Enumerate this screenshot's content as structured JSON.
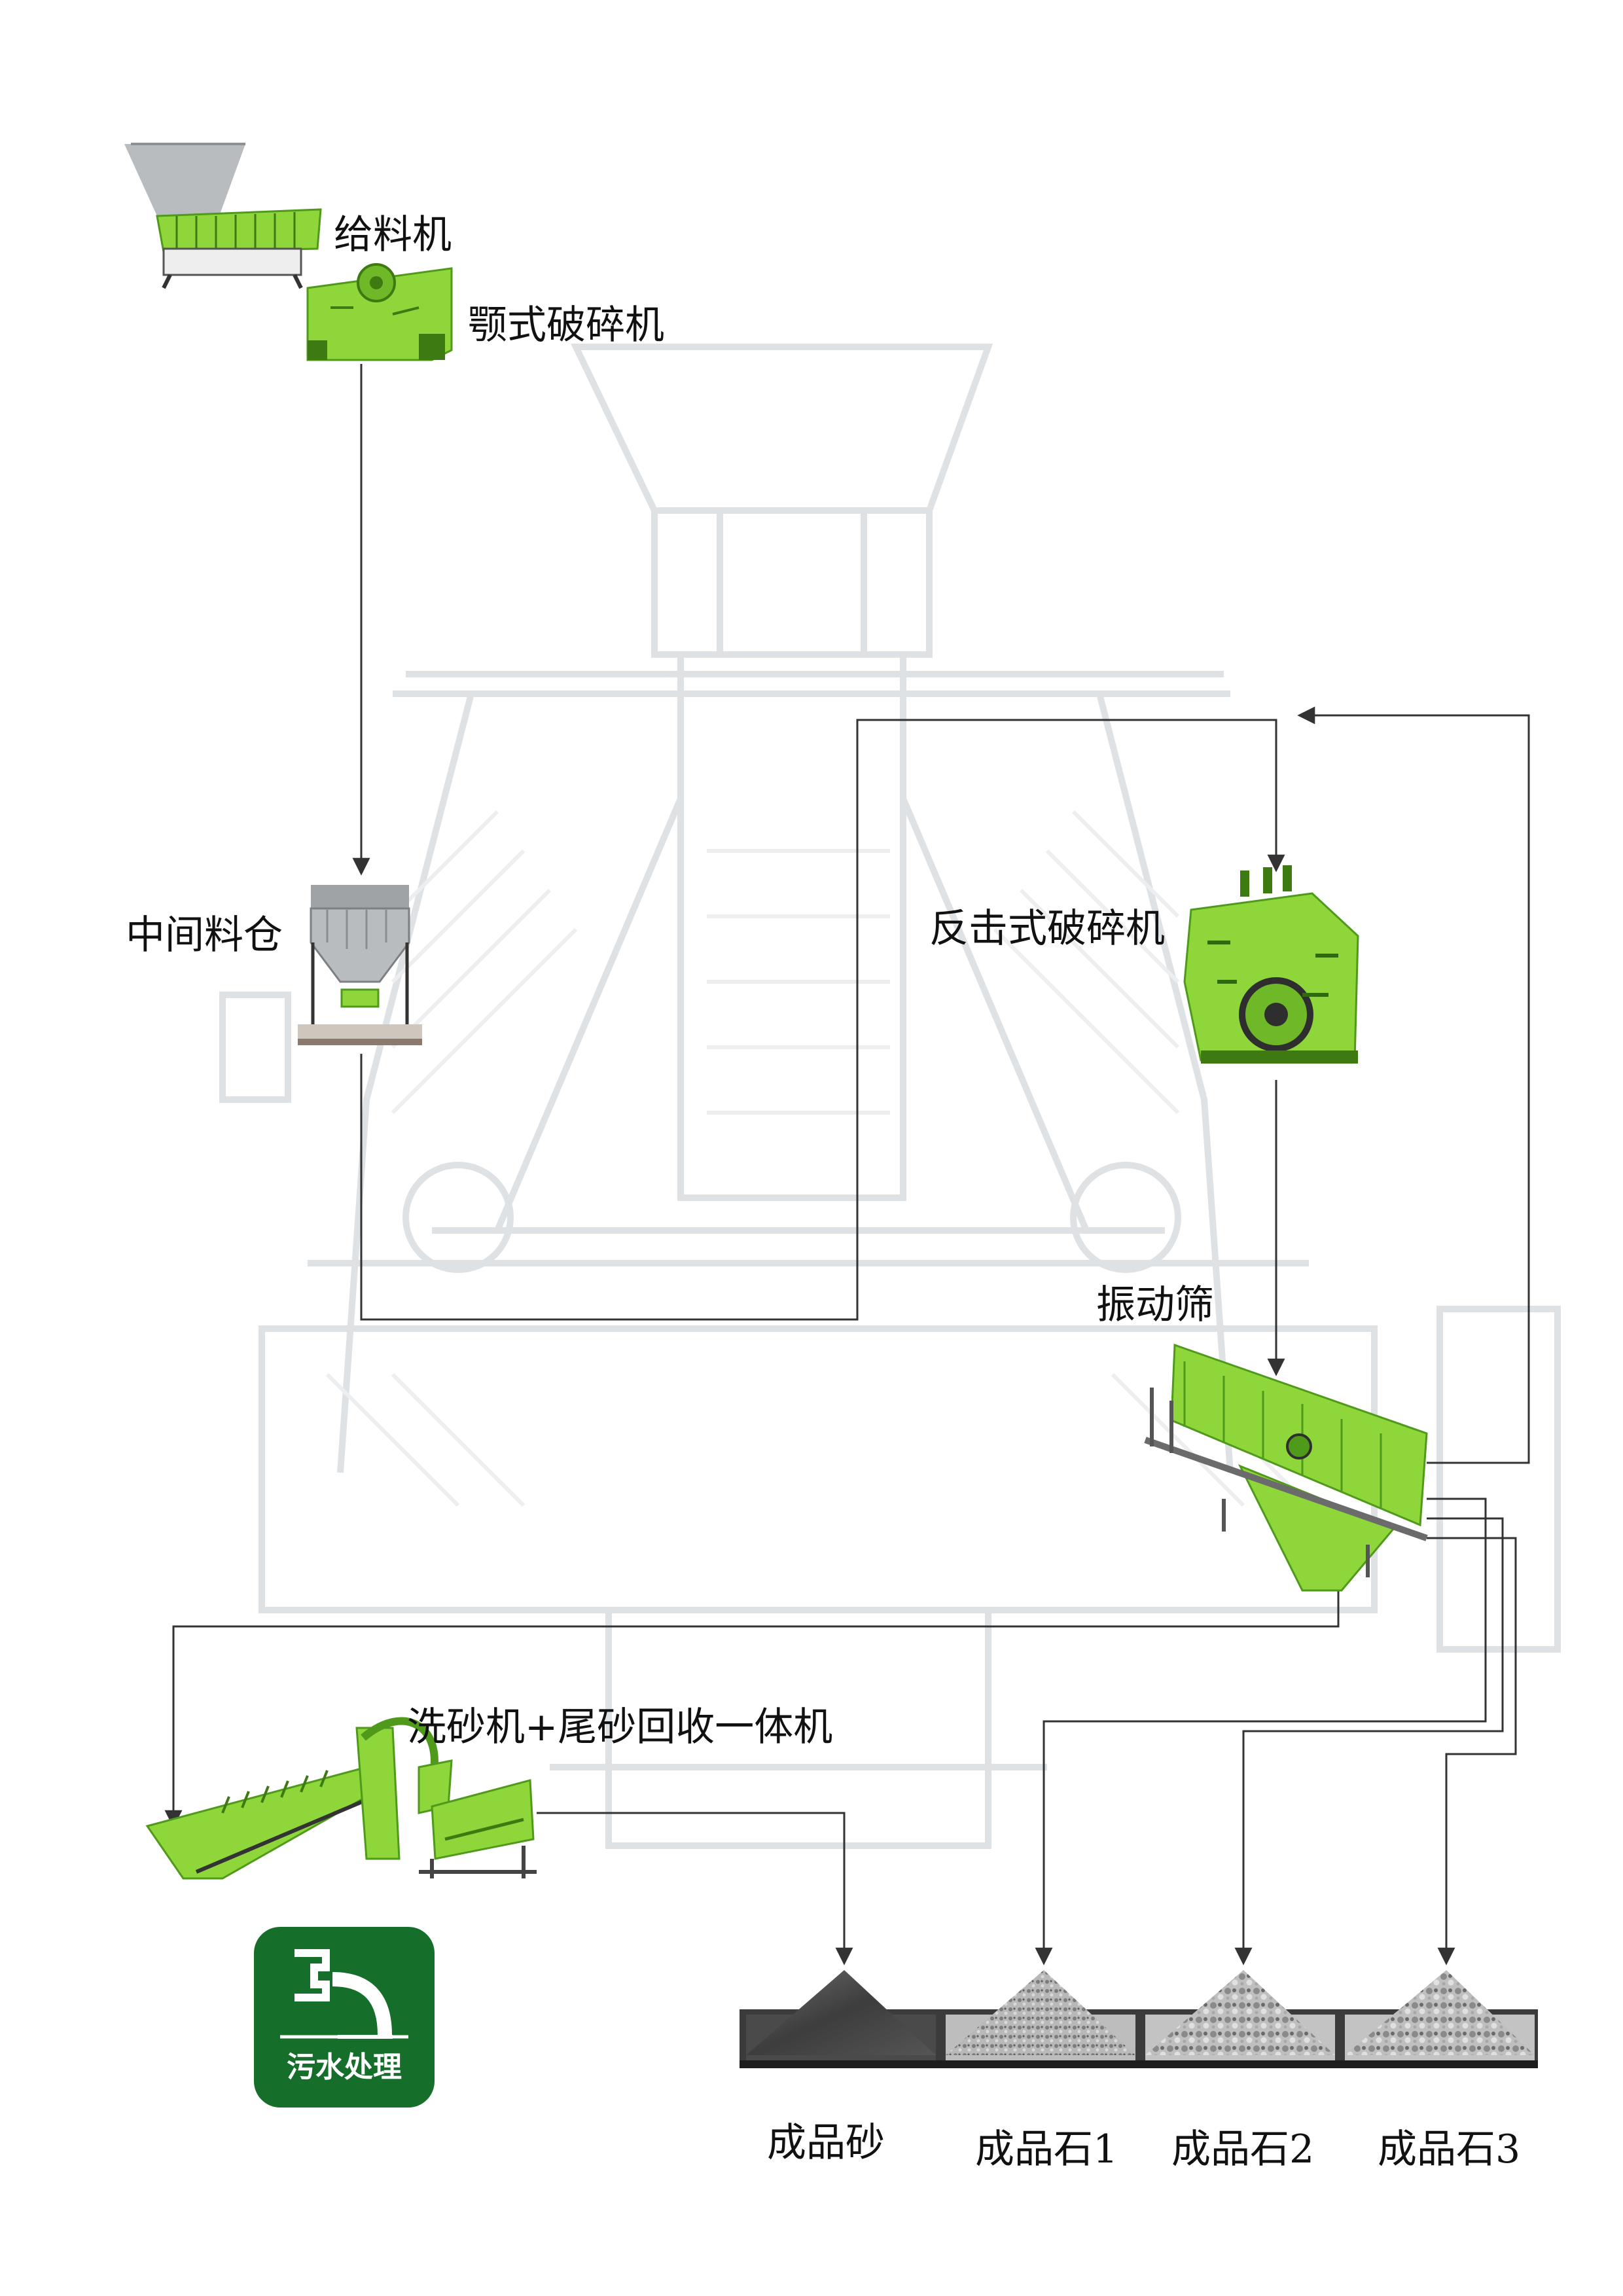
{
  "equipment": {
    "feeder": "给料机",
    "jaw_crusher": "颚式破碎机",
    "bin": "中间料仓",
    "impact_crusher": "反击式破碎机",
    "vibrating_screen": "振动筛",
    "sand_washer": "洗砂机+尾砂回收一体机"
  },
  "badge": {
    "label": "污水处理",
    "icon": "water-treatment-icon"
  },
  "products": [
    {
      "label": "成品砂"
    },
    {
      "label": "成品石1"
    },
    {
      "label": "成品石2"
    },
    {
      "label": "成品石3"
    }
  ],
  "colors": {
    "machine_green": "#8fd63a",
    "machine_green_dark": "#4f9a1b",
    "hopper_gray": "#b9bcbf",
    "badge_green": "#156f2a",
    "flow_line": "#333333",
    "background_drawing": "#e6e8ea"
  }
}
